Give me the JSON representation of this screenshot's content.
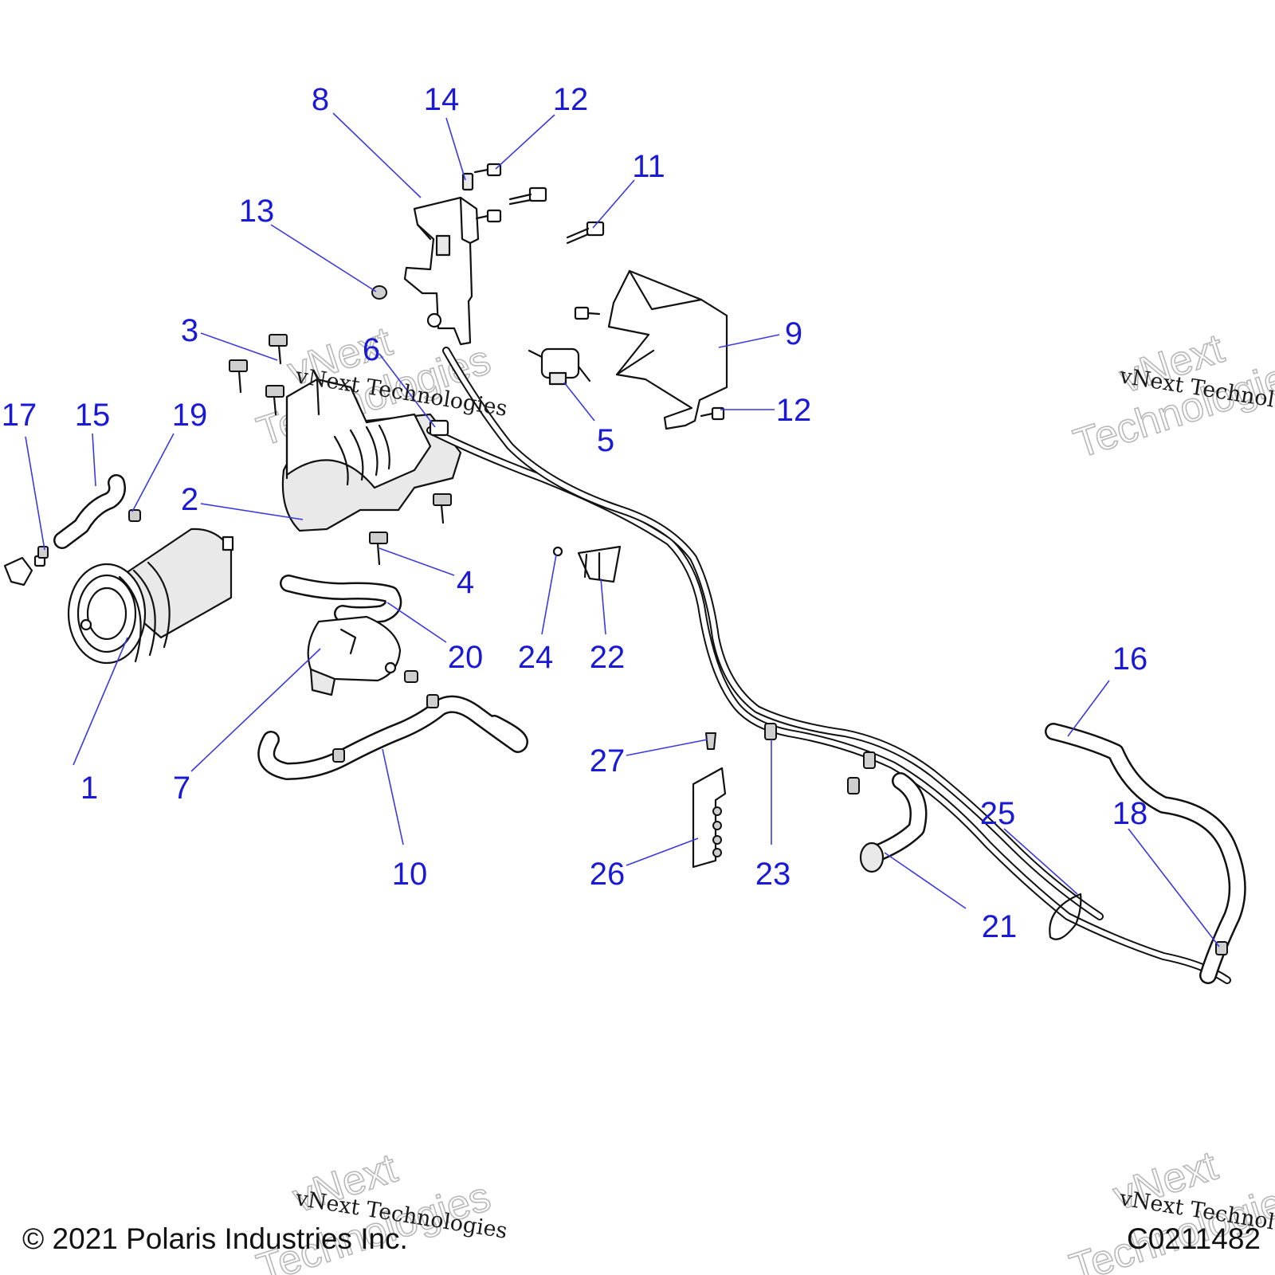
{
  "callouts": [
    {
      "label": "1"
    },
    {
      "label": "2"
    },
    {
      "label": "3"
    },
    {
      "label": "4"
    },
    {
      "label": "5"
    },
    {
      "label": "6"
    },
    {
      "label": "7"
    },
    {
      "label": "8"
    },
    {
      "label": "9"
    },
    {
      "label": "10"
    },
    {
      "label": "11"
    },
    {
      "label": "12"
    },
    {
      "label": "12"
    },
    {
      "label": "13"
    },
    {
      "label": "14"
    },
    {
      "label": "15"
    },
    {
      "label": "16"
    },
    {
      "label": "17"
    },
    {
      "label": "18"
    },
    {
      "label": "19"
    },
    {
      "label": "20"
    },
    {
      "label": "21"
    },
    {
      "label": "22"
    },
    {
      "label": "23"
    },
    {
      "label": "24"
    },
    {
      "label": "25"
    },
    {
      "label": "26"
    },
    {
      "label": "27"
    }
  ],
  "watermark": {
    "line": "vNext Technologies",
    "brand": "vNext",
    "word": "Technologies"
  },
  "footer": {
    "copyright": "© 2021 Polaris Industries Inc.",
    "code": "C0211482"
  },
  "colors": {
    "callout": "#1a1ad6",
    "leader": "#3a3ae0",
    "ink": "#111111"
  }
}
